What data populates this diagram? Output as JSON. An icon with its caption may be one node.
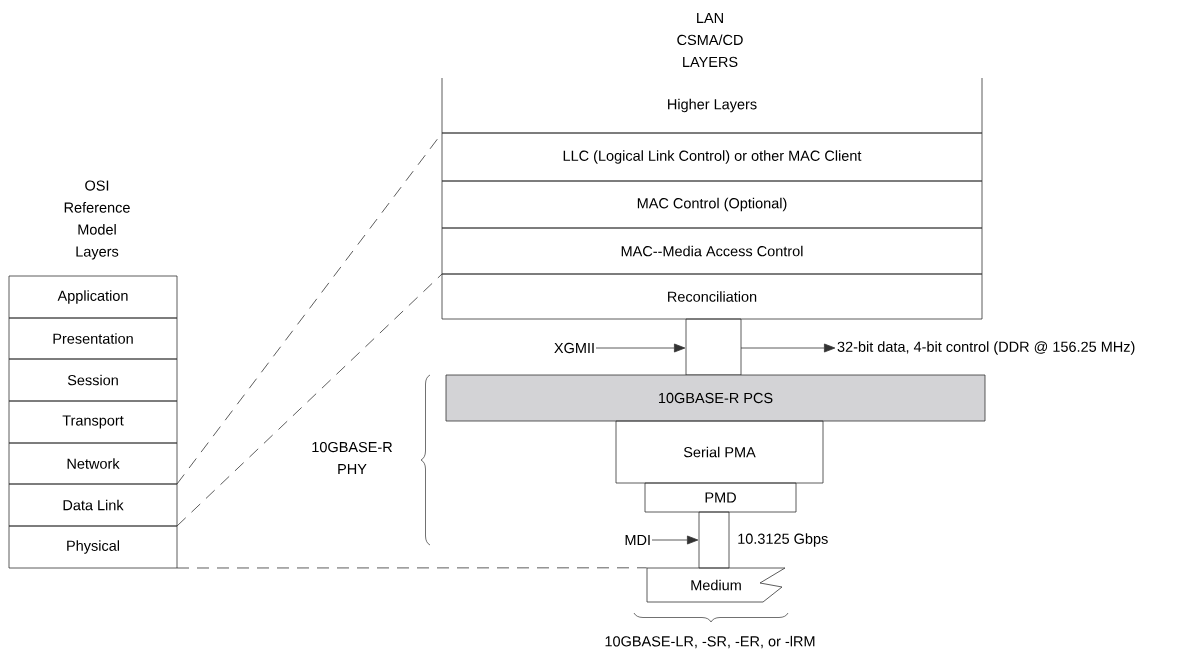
{
  "diagram": {
    "nodes": [
      {
        "text": [
          "Application"
        ]
      },
      {
        "text": [
          "Presentation"
        ]
      },
      {
        "text": [
          "Session"
        ]
      },
      {
        "text": [
          "Transport"
        ]
      },
      {
        "text": [
          "Network"
        ]
      },
      {
        "text": [
          "Data Link"
        ]
      },
      {
        "text": [
          "Physical"
        ]
      },
      {
        "text": [
          "Higher Layers"
        ]
      },
      {
        "text": [
          "LLC (Logical Link Control) or other MAC Client"
        ]
      },
      {
        "text": [
          "MAC Control (Optional)"
        ]
      },
      {
        "text": [
          "MAC--Media Access Control"
        ]
      },
      {
        "text": [
          "Reconciliation"
        ]
      },
      {
        "text": [],
        "shape": "box"
      },
      {
        "text": [
          "XGMII"
        ]
      },
      {
        "text": [
          "32-bit data, 4-bit control (DDR @ 156.25 MHz)"
        ]
      },
      {
        "text": [
          "10GBASE-R PCS"
        ]
      },
      {
        "text": [
          "Serial PMA"
        ]
      },
      {
        "text": [
          "PMD"
        ]
      },
      {
        "text": [],
        "shape": "box"
      },
      {
        "text": [
          "MDI"
        ]
      },
      {
        "text": [
          "Medium"
        ]
      }
    ],
    "edges": [
      {
        "from": 5,
        "to": 8,
        "arrow": "none",
        "style": "dashed"
      },
      {
        "from": 5,
        "to": 11,
        "arrow": "none",
        "style": "dashed"
      },
      {
        "from": 6,
        "to": 20,
        "arrow": "none",
        "style": "dashed"
      },
      {
        "from": 13,
        "to": 12,
        "arrow": "to"
      },
      {
        "from": 12,
        "to": 14,
        "arrow": "to"
      },
      {
        "from": 19,
        "to": 18,
        "arrow": "to"
      }
    ],
    "labels": [
      "OSI Reference Model Layers",
      "LAN CSMA/CD LAYERS",
      "10.3125 Gbps",
      "10GBASE-R PHY",
      "10GBASE-LR, -SR, -ER, or -lRM"
    ]
  }
}
